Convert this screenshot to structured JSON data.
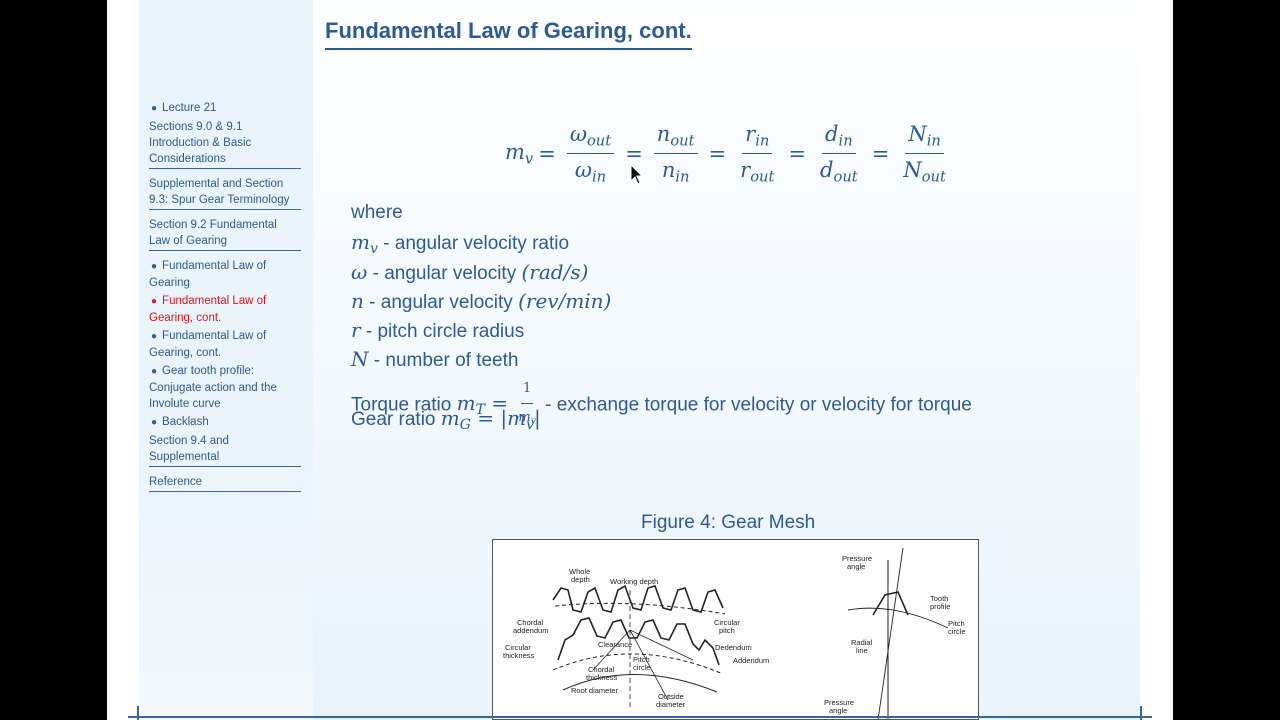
{
  "slide": {
    "title": "Fundamental Law of Gearing, cont."
  },
  "sidebar": {
    "items": [
      {
        "label": "Lecture 21",
        "bullet": true,
        "active": false,
        "section": false
      },
      {
        "label": "Sections 9.0 & 9.1 Introduction & Basic Considerations",
        "bullet": false,
        "active": false,
        "section": true
      },
      {
        "label": "Supplemental and Section 9.3: Spur Gear Terminology",
        "bullet": false,
        "active": false,
        "section": true
      },
      {
        "label": "Section 9.2 Fundamental Law of Gearing",
        "bullet": false,
        "active": false,
        "section": true
      },
      {
        "label": "Fundamental Law of Gearing",
        "bullet": true,
        "active": false,
        "section": false
      },
      {
        "label": "Fundamental Law of Gearing, cont.",
        "bullet": true,
        "active": true,
        "section": false
      },
      {
        "label": "Fundamental Law of Gearing, cont.",
        "bullet": true,
        "active": false,
        "section": false
      },
      {
        "label": "Gear tooth profile: Conjugate action and the Involute curve",
        "bullet": true,
        "active": false,
        "section": false
      },
      {
        "label": "Backlash",
        "bullet": true,
        "active": false,
        "section": false
      },
      {
        "label": "Section 9.4 and Supplemental",
        "bullet": false,
        "active": false,
        "section": true
      },
      {
        "label": "Reference",
        "bullet": false,
        "active": false,
        "section": true
      }
    ],
    "bullet_symbol": "●",
    "active_color": "#e0141c",
    "link_color": "#2f5a8c"
  },
  "equation": {
    "lhs": "m",
    "lhs_sub": "v",
    "fractions": [
      {
        "num": "ω",
        "num_sub": "out",
        "den": "ω",
        "den_sub": "in"
      },
      {
        "num": "n",
        "num_sub": "out",
        "den": "n",
        "den_sub": "in"
      },
      {
        "num": "r",
        "num_sub": "in",
        "den": "r",
        "den_sub": "out"
      },
      {
        "num": "d",
        "num_sub": "in",
        "den": "d",
        "den_sub": "out"
      },
      {
        "num": "N",
        "num_sub": "in",
        "den": "N",
        "den_sub": "out"
      }
    ],
    "equals": "="
  },
  "body": {
    "where": "where",
    "mv_sym": "m",
    "mv_sub": "v",
    "mv_desc": " - angular velocity ratio",
    "omega_sym": "ω",
    "omega_desc": " - angular velocity ",
    "omega_unit": "(rad/s)",
    "n_sym": "n",
    "n_desc": " - angular velocity ",
    "n_unit": "(rev/min)",
    "r_sym": "r",
    "r_desc": " - pitch circle radius",
    "N_sym": "N",
    "N_desc": " - number of teeth",
    "torque_label": "Torque ratio ",
    "torque_sym": "m",
    "torque_sub": "T",
    "torque_eq": " = ",
    "torque_num": "1",
    "torque_den": "m",
    "torque_den_sub": "v",
    "torque_desc": " - exchange torque for velocity or velocity for torque",
    "gear_label": "Gear ratio ",
    "gear_sym": "m",
    "gear_sub": "G",
    "gear_eq": " = |",
    "gear_rhs": "m",
    "gear_rhs_sub": "v",
    "gear_close": "|"
  },
  "figure": {
    "caption": "Figure 4: Gear Mesh",
    "labels": {
      "whole_depth_1": "Whole",
      "whole_depth_2": "depth",
      "working_depth": "Working depth",
      "chordal_addendum_1": "Chordal",
      "chordal_addendum_2": "addendum",
      "circular_pitch_1": "Circular",
      "circular_pitch_2": "pitch",
      "circular_thickness_1": "Circular",
      "circular_thickness_2": "thickness",
      "clearance": "Clearance",
      "dedendum": "Dedendum",
      "addendum": "Addendum",
      "pitch_circle_1": "Pitch",
      "pitch_circle_2": "circle",
      "chordal_thickness_1": "Chordal",
      "chordal_thickness_2": "thickness",
      "root_diameter": "Root diameter",
      "outside_diameter_1": "Outside",
      "outside_diameter_2": "diameter",
      "pressure_angle_1": "Pressure",
      "pressure_angle_2": "angle",
      "tooth_profile_1": "Tooth",
      "tooth_profile_2": "profile",
      "radial_line_1": "Radial",
      "radial_line_2": "line",
      "pitch_circle_r_1": "Pitch",
      "pitch_circle_r_2": "circle",
      "pressure_angle_b_1": "Pressure",
      "pressure_angle_b_2": "angle"
    }
  }
}
